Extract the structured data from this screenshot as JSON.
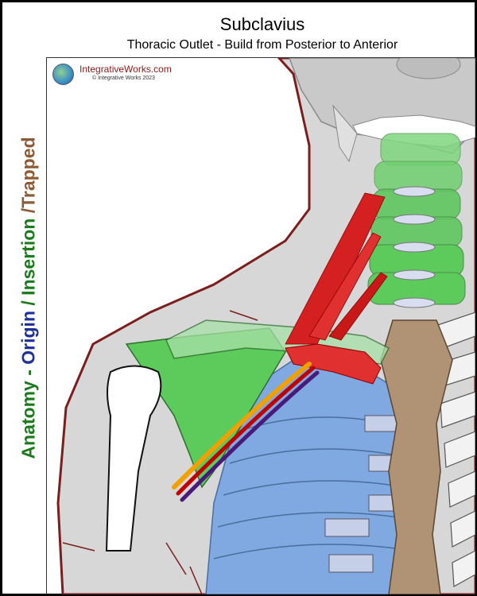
{
  "header": {
    "title": "Subclavius",
    "subtitle": "Thoracic Outlet - Build from Posterior to Anterior"
  },
  "side_label": {
    "anatomy": "Anatomy - ",
    "origin": "Origin",
    "slash1": " / ",
    "insertion": "Insertion",
    "slash2": " /",
    "trapped": "Trapped"
  },
  "logo": {
    "site": "IntegrativeWorks.com",
    "copyright": "© Integrative Works 2023",
    "icon": "globe-logo-icon"
  },
  "colors": {
    "anatomy": "#1b7a1b",
    "origin": "#1f2f9a",
    "insertion": "#1b7a1b",
    "trapped": "#8c5a34",
    "muscle": "#d42020",
    "bone_green": "#5ccb5c",
    "rib_blue": "#7fa9e0",
    "sternum": "#b09274",
    "skin_outline": "#7a1e1e"
  }
}
